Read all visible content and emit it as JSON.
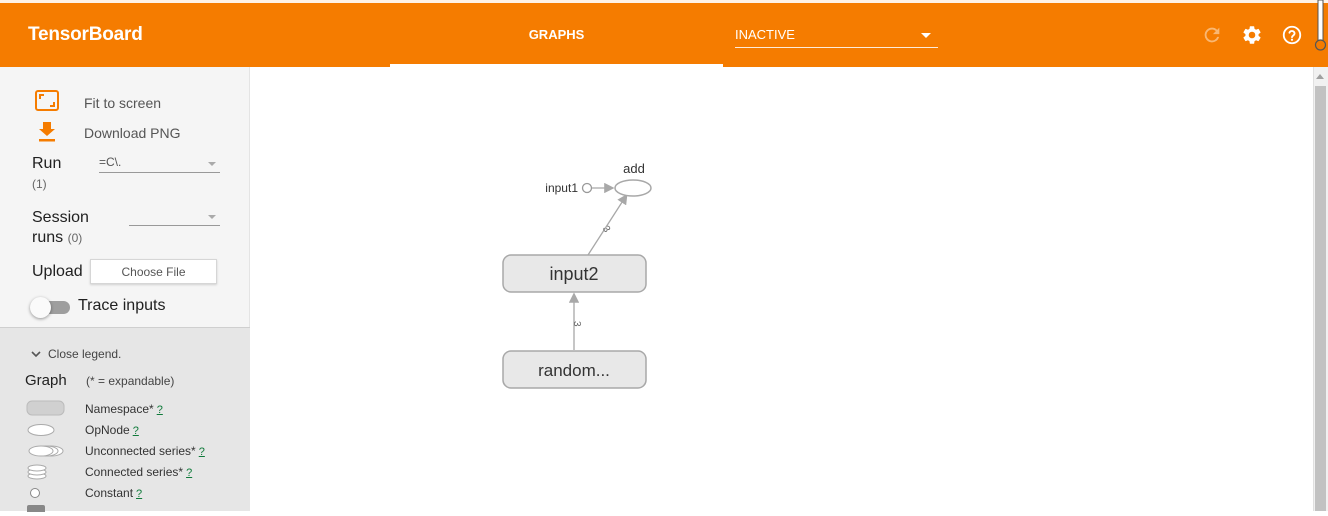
{
  "app": {
    "title": "TensorBoard"
  },
  "header": {
    "tab_graphs": "GRAPHS",
    "status_select": "INACTIVE",
    "icons": [
      "reload-icon",
      "gear-icon",
      "help-icon"
    ]
  },
  "sidebar": {
    "fit_to_screen": "Fit to screen",
    "download_png": "Download PNG",
    "run": {
      "label": "Run",
      "count": "(1)",
      "value": "=C\\."
    },
    "session_runs": {
      "label_line1": "Session",
      "label_line2": "runs",
      "count": "(0)",
      "value": ""
    },
    "upload": {
      "label": "Upload",
      "button": "Choose File"
    },
    "trace_inputs": {
      "label": "Trace inputs",
      "enabled": false
    }
  },
  "legend": {
    "toggle": "Close legend.",
    "title": "Graph",
    "note": "(* = expandable)",
    "items": [
      {
        "label": "Namespace*",
        "help": "?",
        "icon": "namespace-icon"
      },
      {
        "label": "OpNode",
        "help": "?",
        "icon": "opnode-icon"
      },
      {
        "label": "Unconnected series*",
        "help": "?",
        "icon": "unconnected-series-icon"
      },
      {
        "label": "Connected series*",
        "help": "?",
        "icon": "connected-series-icon"
      },
      {
        "label": "Constant",
        "help": "?",
        "icon": "constant-icon"
      }
    ]
  },
  "graph": {
    "nodes": {
      "add": "add",
      "input1": "input1",
      "input2": "input2",
      "random": "random..."
    },
    "edges": {
      "input2_to_add": "3",
      "random_to_input2": "3"
    }
  },
  "colors": {
    "accent": "#f57c00",
    "node_fill": "#e8e8e8",
    "node_stroke": "#a8a8a8",
    "edge": "#a8a8a8"
  }
}
